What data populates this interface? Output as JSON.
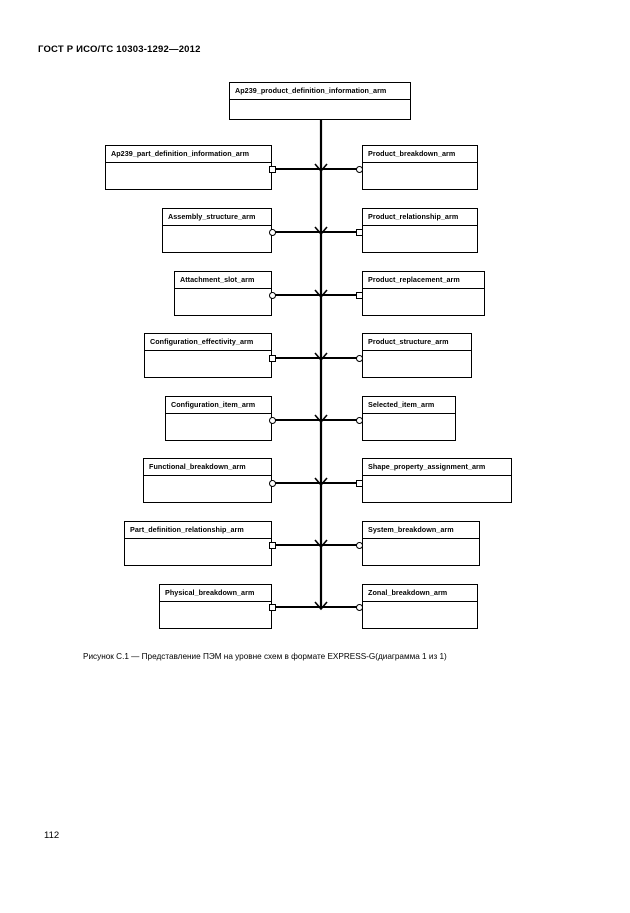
{
  "page": {
    "header": "ГОСТ Р ИСО/ТС 10303-1292—2012",
    "number": "112",
    "background_color": "#ffffff",
    "ink_color": "#000000"
  },
  "figure": {
    "caption": "Рисунок  С.1 — Представление ПЭМ на уровне схем в формате EXPRESS-G(диаграмма 1 из 1)",
    "type": "EXPRESS-G schema-level diagram",
    "root": {
      "label": "Ap239_product_definition_information_arm"
    },
    "left_column": [
      {
        "label": "Ap239_part_definition_information_arm"
      },
      {
        "label": "Assembly_structure_arm"
      },
      {
        "label": "Attachment_slot_arm"
      },
      {
        "label": "Configuration_effectivity_arm"
      },
      {
        "label": "Configuration_item_arm"
      },
      {
        "label": "Functional_breakdown_arm"
      },
      {
        "label": "Part_definition_relationship_arm"
      },
      {
        "label": "Physical_breakdown_arm"
      }
    ],
    "right_column": [
      {
        "label": "Product_breakdown_arm"
      },
      {
        "label": "Product_relationship_arm"
      },
      {
        "label": "Product_replacement_arm"
      },
      {
        "label": "Product_structure_arm"
      },
      {
        "label": "Selected_item_arm"
      },
      {
        "label": "Shape_property_assignment_arm"
      },
      {
        "label": "System_breakdown_arm"
      },
      {
        "label": "Zonal_breakdown_arm"
      }
    ]
  }
}
